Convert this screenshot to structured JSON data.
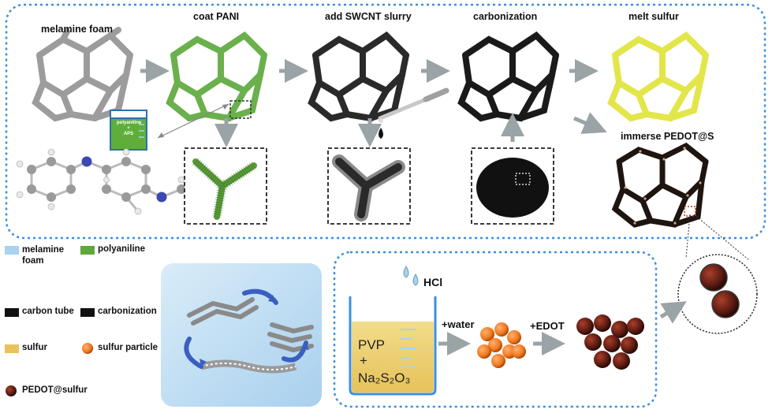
{
  "top_steps": [
    {
      "label": "melamine foam"
    },
    {
      "label": "coat PANI"
    },
    {
      "label": "add SWCNT slurry"
    },
    {
      "label": "carbonization"
    },
    {
      "label": "melt sulfur"
    },
    {
      "label": "immerse PEDOT@S"
    }
  ],
  "small_beaker": {
    "line1": "polyaniline",
    "line2": "+",
    "line3": "APS"
  },
  "legend": [
    {
      "label": "melamine\nfoam",
      "color": "#a9d3ee"
    },
    {
      "label": "polyaniline",
      "color": "#5fa83a"
    },
    {
      "label": "carbon tube",
      "color": "#111111"
    },
    {
      "label": "carbonization",
      "color": "#111111"
    },
    {
      "label": "sulfur",
      "color": "#e8c25a"
    },
    {
      "label": "sulfur particle",
      "color": "#f07a1e"
    },
    {
      "label": "PEDOT@sulfur",
      "color": "#5a1a12"
    }
  ],
  "process": {
    "acid": "HCl",
    "beaker_line1": "PVP",
    "beaker_line2": "+",
    "beaker_line3": "Na₂S₂O₃",
    "step1": "+water",
    "step2": "+EDOT"
  },
  "colors": {
    "frame": "#3a8fe0",
    "arrow": "#9aa3a6",
    "pani": "#6ab04c",
    "sulfur": "#e8ea4a",
    "gray_foam": "#9a9a9a",
    "black": "#1a1a1a"
  }
}
